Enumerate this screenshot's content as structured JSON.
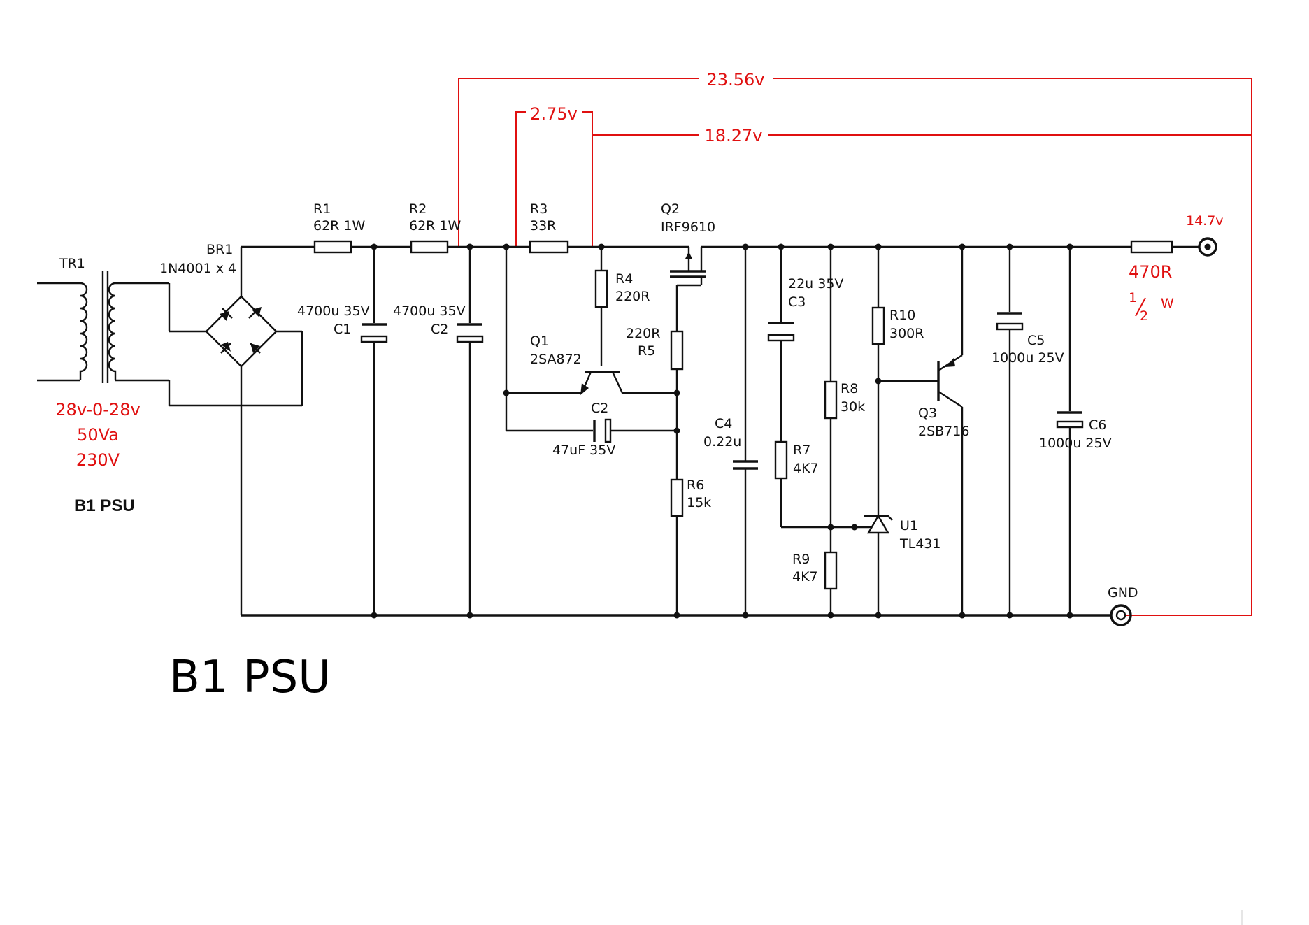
{
  "title_small": "B1 PSU",
  "title_large": "B1 PSU",
  "transformer": {
    "ref": "TR1",
    "spec_voltage": "28v-0-28v",
    "spec_va": "50Va",
    "spec_mains": "230V"
  },
  "bridge": {
    "ref": "BR1",
    "value": "1N4001 x 4"
  },
  "resistors": [
    {
      "ref": "R1",
      "value": "62R 1W"
    },
    {
      "ref": "R2",
      "value": "62R 1W"
    },
    {
      "ref": "R3",
      "value": "33R"
    },
    {
      "ref": "R4",
      "value": "220R"
    },
    {
      "ref": "R5",
      "value": "220R"
    },
    {
      "ref": "R6",
      "value": "15k"
    },
    {
      "ref": "R7",
      "value": "4K7"
    },
    {
      "ref": "R8",
      "value": "30k"
    },
    {
      "ref": "R9",
      "value": "4K7"
    },
    {
      "ref": "R10",
      "value": "300R"
    }
  ],
  "capacitors": [
    {
      "ref": "C1",
      "value": "4700u 35V"
    },
    {
      "ref": "C2",
      "value": "4700u 35V"
    },
    {
      "ref": "C2",
      "value": "47uF 35V"
    },
    {
      "ref": "C3",
      "value": "22u 35V"
    },
    {
      "ref": "C4",
      "value": "0.22u"
    },
    {
      "ref": "C5",
      "value": "1000u 25V"
    },
    {
      "ref": "C6",
      "value": "1000u 25V"
    }
  ],
  "semis": [
    {
      "ref": "Q1",
      "value": "2SA872"
    },
    {
      "ref": "Q2",
      "value": "IRF9610"
    },
    {
      "ref": "Q3",
      "value": "2SB716"
    },
    {
      "ref": "U1",
      "value": "TL431"
    }
  ],
  "output_resistor": {
    "value": "470R",
    "power_num": "1",
    "power_den": "2",
    "power_unit": "W"
  },
  "terminals": {
    "out_voltage": "14.7v",
    "gnd": "GND"
  },
  "measurements": {
    "v1": "23.56v",
    "v2": "2.75v",
    "v3": "18.27v"
  },
  "colors": {
    "annotation": "#e01010",
    "wiring": "#111111"
  }
}
